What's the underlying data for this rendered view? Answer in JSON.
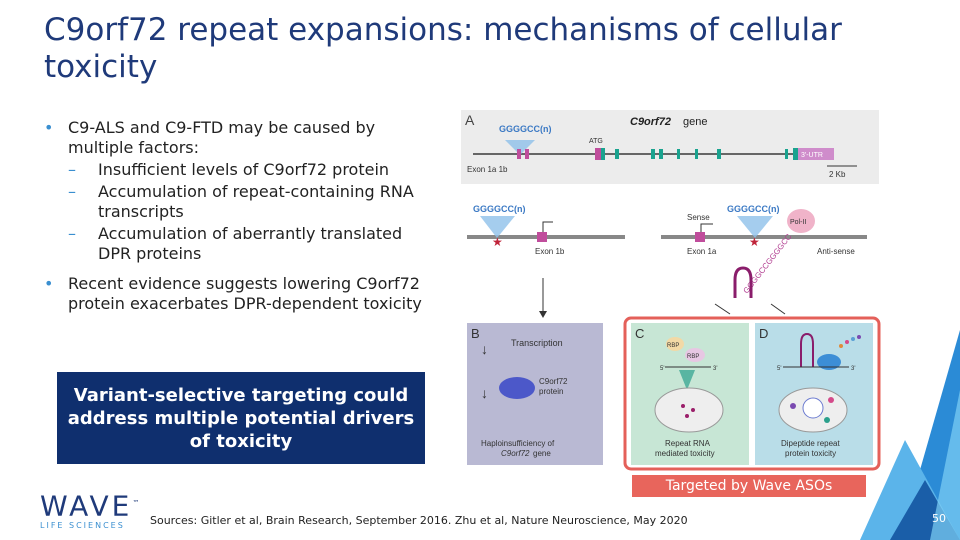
{
  "title": "C9orf72 repeat expansions: mechanisms of cellular toxicity",
  "bullets": [
    {
      "text": "C9-ALS and C9-FTD may be caused by multiple factors:",
      "sub": [
        "Insufficient levels of C9orf72 protein",
        "Accumulation of repeat-containing RNA transcripts",
        "Accumulation of aberrantly translated DPR proteins"
      ]
    },
    {
      "text": "Recent evidence suggests lowering C9orf72 protein exacerbates DPR-dependent toxicity",
      "sub": []
    }
  ],
  "callout": "Variant-selective targeting could address multiple potential drivers of toxicity",
  "figure": {
    "panelA": {
      "letter": "A",
      "repeat": "GGGGCC(n)",
      "gene_italic": "C9orf72",
      "gene": " gene",
      "atg": "ATG",
      "exons": "Exon 1a 1b",
      "utr": "3'-UTR",
      "scale": "2 Kb"
    },
    "left": {
      "repeat": "GGGGCC(n)",
      "exon": "Exon 1b"
    },
    "right": {
      "repeat": "GGGGCC(n)",
      "sense": "Sense",
      "exon": "Exon 1a",
      "pol": "Pol-II",
      "antisense": "Anti-sense",
      "rna": "GGGGCCGGGGCC"
    },
    "panelB": {
      "letter": "B",
      "transcription": "Transcription",
      "protein1": "C9orf72",
      "protein2": "protein",
      "cap1": "Haploinsufficiency of",
      "cap2_italic": "C9orf72",
      "cap2": " gene"
    },
    "panelC": {
      "letter": "C",
      "rbp": "RBP",
      "five": "5'",
      "three": "3'",
      "cap1": "Repeat RNA",
      "cap2": "mediated toxicity"
    },
    "panelD": {
      "letter": "D",
      "five": "5'",
      "three": "3'",
      "cap1": "Dipeptide repeat",
      "cap2": "protein toxicity"
    }
  },
  "targeted": "Targeted by Wave ASOs",
  "logo": {
    "name": "WAVE",
    "tm": "™",
    "sub": "LIFE SCIENCES"
  },
  "sources": "Sources: Gitler et al, Brain Research, September 2016.  Zhu et al, Nature Neuroscience, May 2020",
  "page_number": "50",
  "colors": {
    "title": "#1f3a7a",
    "callout_bg": "#0f2f6e",
    "accent": "#3a8fd0",
    "targeted_bg": "#e8655c"
  }
}
